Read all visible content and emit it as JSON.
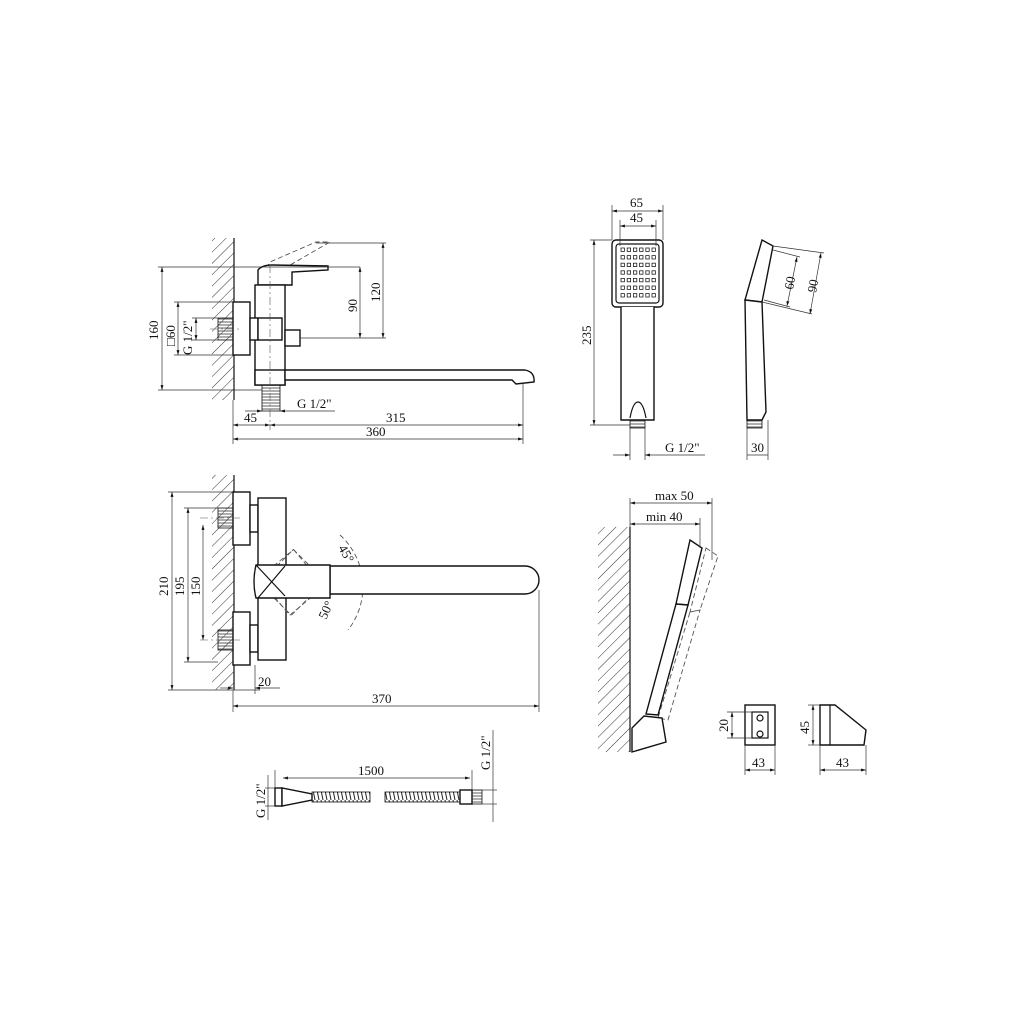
{
  "drawing": {
    "mixer_side_view": {
      "dims": {
        "total_height": "160",
        "flange": "□60",
        "inlet_thread": "G 1/2\"",
        "body_height": "90",
        "lever_height": "120",
        "outlet_thread": "G 1/2\"",
        "wall_offset": "45",
        "spout_length": "315",
        "total_length": "360"
      }
    },
    "mixer_top_view": {
      "dims": {
        "flange_span": "210",
        "outer_span": "195",
        "center_span": "150",
        "wall_gap": "20",
        "total_length": "370",
        "angle_up": "45°",
        "angle_down": "50°"
      }
    },
    "hand_shower_front": {
      "dims": {
        "head_width": "65",
        "spray_width": "45",
        "length": "235",
        "thread": "G 1/2\""
      }
    },
    "hand_shower_side": {
      "dims": {
        "spray_length": "60",
        "head_length": "90",
        "thickness": "30"
      }
    },
    "hose": {
      "dims": {
        "length": "1500",
        "thread_left": "G 1/2\"",
        "thread_right": "G 1/2\""
      }
    },
    "wall_holder": {
      "dims": {
        "max_offset": "max 50",
        "min_offset": "min 40"
      }
    },
    "holder_front": {
      "dims": {
        "height": "20",
        "width": "43"
      }
    },
    "holder_side": {
      "dims": {
        "height": "45",
        "width": "43"
      }
    }
  }
}
